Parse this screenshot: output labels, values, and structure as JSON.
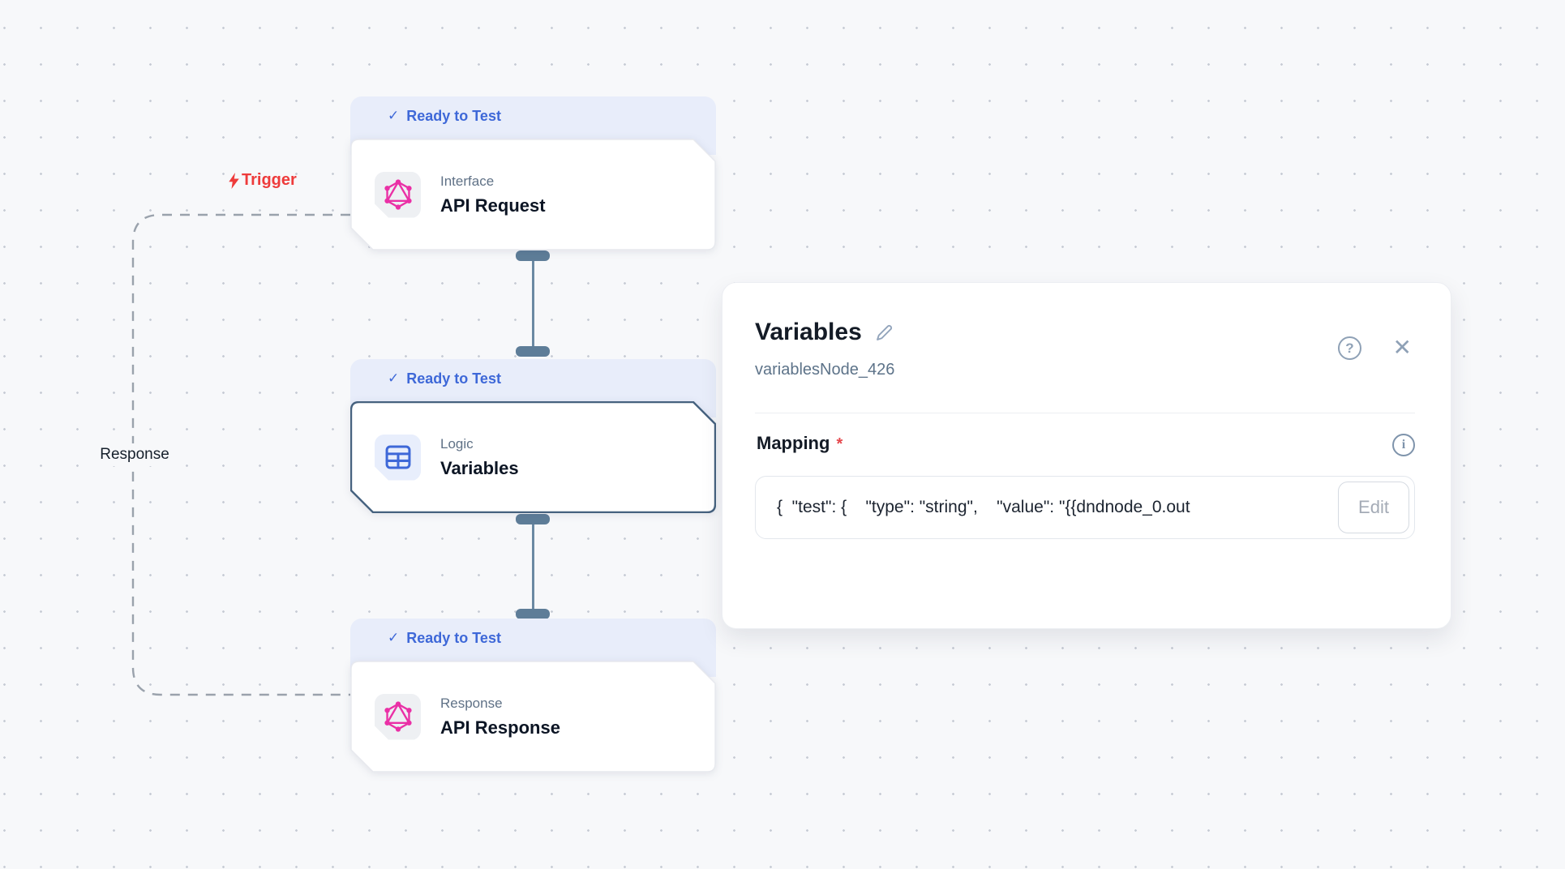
{
  "canvas": {
    "bg": "#f7f8fa",
    "dot_color": "#c7ccd5"
  },
  "glyphs": {
    "check": "✓",
    "close": "✕",
    "question": "?",
    "info": "i",
    "asterisk": "*"
  },
  "edges": {
    "trigger": {
      "label": "Trigger",
      "icon": "lightning-bolt-icon",
      "color": "#ee3b3b"
    },
    "response": {
      "label": "Response"
    }
  },
  "nodes": [
    {
      "status": "Ready to Test",
      "category": "Interface",
      "title": "API Request",
      "icon": "graphql-icon",
      "selected": false
    },
    {
      "status": "Ready to Test",
      "category": "Logic",
      "title": "Variables",
      "icon": "table-icon",
      "selected": true
    },
    {
      "status": "Ready to Test",
      "category": "Response",
      "title": "API Response",
      "icon": "graphql-icon",
      "selected": false
    }
  ],
  "panel": {
    "title": "Variables",
    "subtitle": "variablesNode_426",
    "mapping": {
      "label": "Mapping",
      "required": true,
      "value": "{  \"test\": {    \"type\": \"string\",    \"value\": \"{{dndnode_0.out",
      "edit_label": "Edit"
    },
    "colors": {
      "accent_blue": "#3e68d8",
      "node_pink": "#ea30a6",
      "required_red": "#e5484d"
    }
  }
}
